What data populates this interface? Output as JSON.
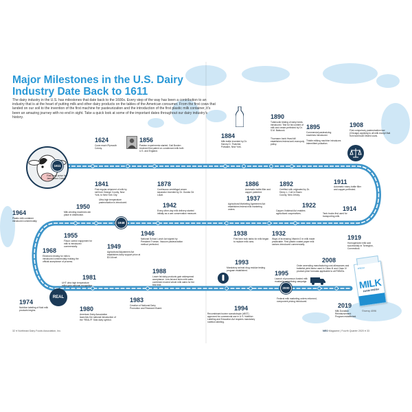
{
  "article": {
    "title": "Major Milestones in the U.S. Dairy Industry Date Back to 1611",
    "intro": "The dairy industry in the U.S. has milestones that date back to the 1600s. Every step of the way has been a contribution to an industry that is at the heart of putting milk and other dairy products on the tables of the American consumer. From the first cows that landed on our soil to the invention of the first machine for pasteurization and the introduction of the first plastic milk container, it’s been an amazing journey with no end in sight. Take a quick look at some of the important dates throughout our dairy industry’s history."
  },
  "badges": {
    "b1611": "1611",
    "b1948": "1948",
    "b2000": "2000",
    "real": "REAL"
  },
  "milestones": [
    {
      "year": "1624",
      "text": "Cows reach Plymouth Colony."
    },
    {
      "year": "1611",
      "text": "First cows arrive for Jamestown Colony."
    },
    {
      "year": "1841",
      "text": "First regular shipment of milk by rail from Orange County, New York, to New York City."
    },
    {
      "year": "1856",
      "text": "Pasteur experiments started. Gail Borden received first patent on condensed milk both U.S. and England."
    },
    {
      "year": "1878",
      "text": "Continuous centrifugal cream separator invented by Dr. Gustav De Laval."
    },
    {
      "year": "1884",
      "text": "Milk bottle invented by Dr. Harvey D. Thatcher, Potsdam, New York."
    },
    {
      "year": "1886",
      "text": "Automatic bottle filler and capper patented."
    },
    {
      "year": "1890",
      "text": "Tuberculin testing of dairy herds introduced. Test for fat content of milk and cream perfected by Dr. S.M. Babcock."
    },
    {
      "year": "",
      "text": "Thurmann barb-Yeast bill establishes federal anti-monopoly policy."
    },
    {
      "year": "1892",
      "text": "Certified milk originated by Dr. Henry L. Coit in Essex County, New Jersey."
    },
    {
      "year": "1895",
      "text": "Commercial pasteurizing machines introduced."
    },
    {
      "year": "",
      "text": "Thistle milking machine introduces intermittent pulsation."
    },
    {
      "year": "1908",
      "text": "First compulsory pasteurization law (Chicago) applying to all milk except that from tuberculin tested cows."
    },
    {
      "year": "1911",
      "text": "Automatic rotary bottle filler and capper perfected."
    },
    {
      "year": "1914",
      "text": "Tank trucks first used for transporting milk."
    },
    {
      "year": "1919",
      "text": "Homogenized milk sold successfully in Torrington, Connecticut."
    },
    {
      "year": "1922",
      "text": "Capper-Volstead Act enables agricultural cooperatives."
    },
    {
      "year": "1932",
      "text": "Ways of increasing Vitamin D in milk made practicable. First plastic coated paper milk cartons introduced commercially."
    },
    {
      "year": "1937",
      "text": "Agricultural Marketing Agreement Act establishes federal milk marketing orders."
    },
    {
      "year": "1938",
      "text": "First farm bulk tanks for milk began to replace milk cans."
    },
    {
      "year": "1942",
      "text": "Every-other-day milk delivery started initially as a war conservation measure."
    },
    {
      "year": "1946",
      "text": "National School Lunch Act signed by President Truman. Vacuum pasteurization method perfected."
    },
    {
      "year": "",
      "text": "Ultra-high temperature pasteurization is introduced."
    },
    {
      "year": "1950",
      "text": "Milk vending machines win place in distribution."
    },
    {
      "year": "1955",
      "text": "Flavor control equipment for milk is introduced commercially."
    },
    {
      "year": "1964",
      "text": "Plastic milk container introduced commercially."
    },
    {
      "year": "1968",
      "text": "Electronic testing for milk is introduced commercially making the official acceptance of process."
    },
    {
      "year": "1949",
      "text": "Agricultural Adjustment Act establishes dairy support price at $3.14/cwt."
    },
    {
      "year": "1981",
      "text": "UHT ultra high temperature milks gain national recognition."
    },
    {
      "year": "1974",
      "text": "Nutrition labeling of fluid milk products begins."
    },
    {
      "year": "1980",
      "text": "American Dairy Association launches the national introduction of the “REAL®” Seal dairy symbol."
    },
    {
      "year": "1983",
      "text": "Creation of National Dairy Promotion and Research Board."
    },
    {
      "year": "1988",
      "text": "Lower fat dairy products gain widespread acceptance. Low-fat and skim milk sales combined exceed whole milk sales for the first time."
    },
    {
      "year": "1993",
      "text": "Mandatory animal drug residue testing program established."
    },
    {
      "year": "1995",
      "text": "Launch of processor-funded milk mustache advertising campaign."
    },
    {
      "year": "1994",
      "text": "Recombinant bovine somatotropin (rBST) approved for commercial use in U.S. Nutrition Labeling and Education Act requires mandatory nutrition labeling."
    },
    {
      "year": "",
      "text": "Federal milk marketing orders reformed, component pricing introduced."
    },
    {
      "year": "2008",
      "text": "Order amending manufacturing cost allowances and butterfat yield factor used in Class III and Class IV product-price formulas applicable to all FMMOs."
    },
    {
      "year": "2019",
      "text": "Milk Donation Reimbursement Program established."
    }
  ],
  "footer": {
    "left_page": "32",
    "left_pub": "Northeast Dairy Foods Association, Inc.",
    "right_mag": "NEO",
    "right_text": "Magazine | Fourth Quarter 2020",
    "right_page": "33"
  },
  "milk": {
    "tag": "FRESH",
    "word": "MILK",
    "sub": "FARM FRESH"
  },
  "credit": "©iversy 4096",
  "colors": {
    "accent": "#2a98d6",
    "navy": "#1b3a57",
    "track": "#3e95c9",
    "blob": "#cfe7f6"
  }
}
